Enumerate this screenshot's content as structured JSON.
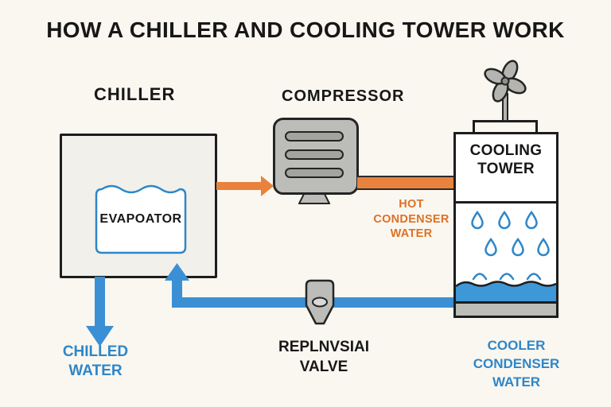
{
  "title": "HOW A CHILLER AND COOLING TOWER WORK",
  "chiller": {
    "label": "CHILLER",
    "evaporator_label": "EVAPOATOR"
  },
  "compressor": {
    "label": "COMPRESSOR"
  },
  "cooling_tower": {
    "line1": "COOLING",
    "line2": "TOWER"
  },
  "flows": {
    "hot": [
      "HOT",
      "CONDENSER",
      "WATER"
    ],
    "chilled": [
      "CHILLED",
      "WATER"
    ],
    "cooler": [
      "COOLER",
      "CONDENSER",
      "WATER"
    ]
  },
  "valve": {
    "line1": "REPLNVSIAI",
    "line2": "VALVE"
  },
  "colors": {
    "bg": "#faf7f0",
    "ink": "#1d1d1d",
    "orange": "#e8823c",
    "orange-text": "#dd7126",
    "blue": "#2e86c8",
    "pipe-blue": "#3b90d5",
    "water": "#3e97d6",
    "metal": "#bcbcb8",
    "metal-dark": "#a3a39f",
    "box-fill": "#f2f0eb"
  },
  "icons": {
    "fan": "fan-icon",
    "droplet": "droplet-icon",
    "valve": "valve-icon",
    "flow_arrow": "flow-arrow-icon"
  }
}
